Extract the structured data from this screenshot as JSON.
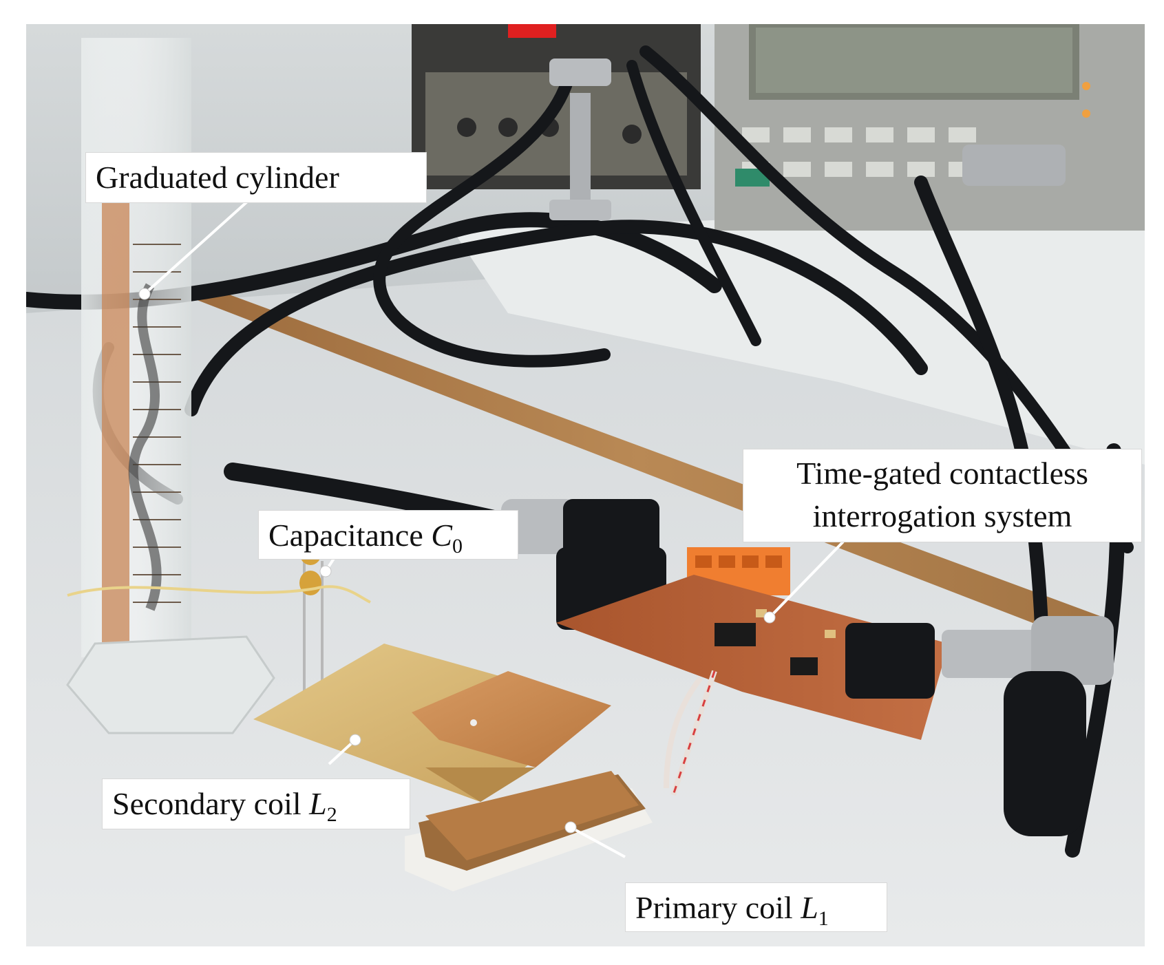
{
  "figure": {
    "photo_description_icon": "lab-setup-photo",
    "labels": {
      "graduated_cylinder": "Graduated cylinder",
      "capacitance_text": "Capacitance ",
      "capacitance_symbol": "C",
      "capacitance_subscript": "0",
      "timegated_line1": "Time-gated contactless",
      "timegated_line2": "interrogation system",
      "secondary_text": "Secondary coil ",
      "secondary_symbol": "L",
      "secondary_subscript": "2",
      "primary_text": "Primary coil ",
      "primary_symbol": "L",
      "primary_subscript": "1"
    },
    "colors": {
      "wall": "#c9ced0",
      "table": "#dfe2e3",
      "cable": "#15171a",
      "wood": "#a87a48",
      "pcb": "#b8663c",
      "coil_board": "#d7b873",
      "instrument": "#9a9d9a"
    }
  }
}
